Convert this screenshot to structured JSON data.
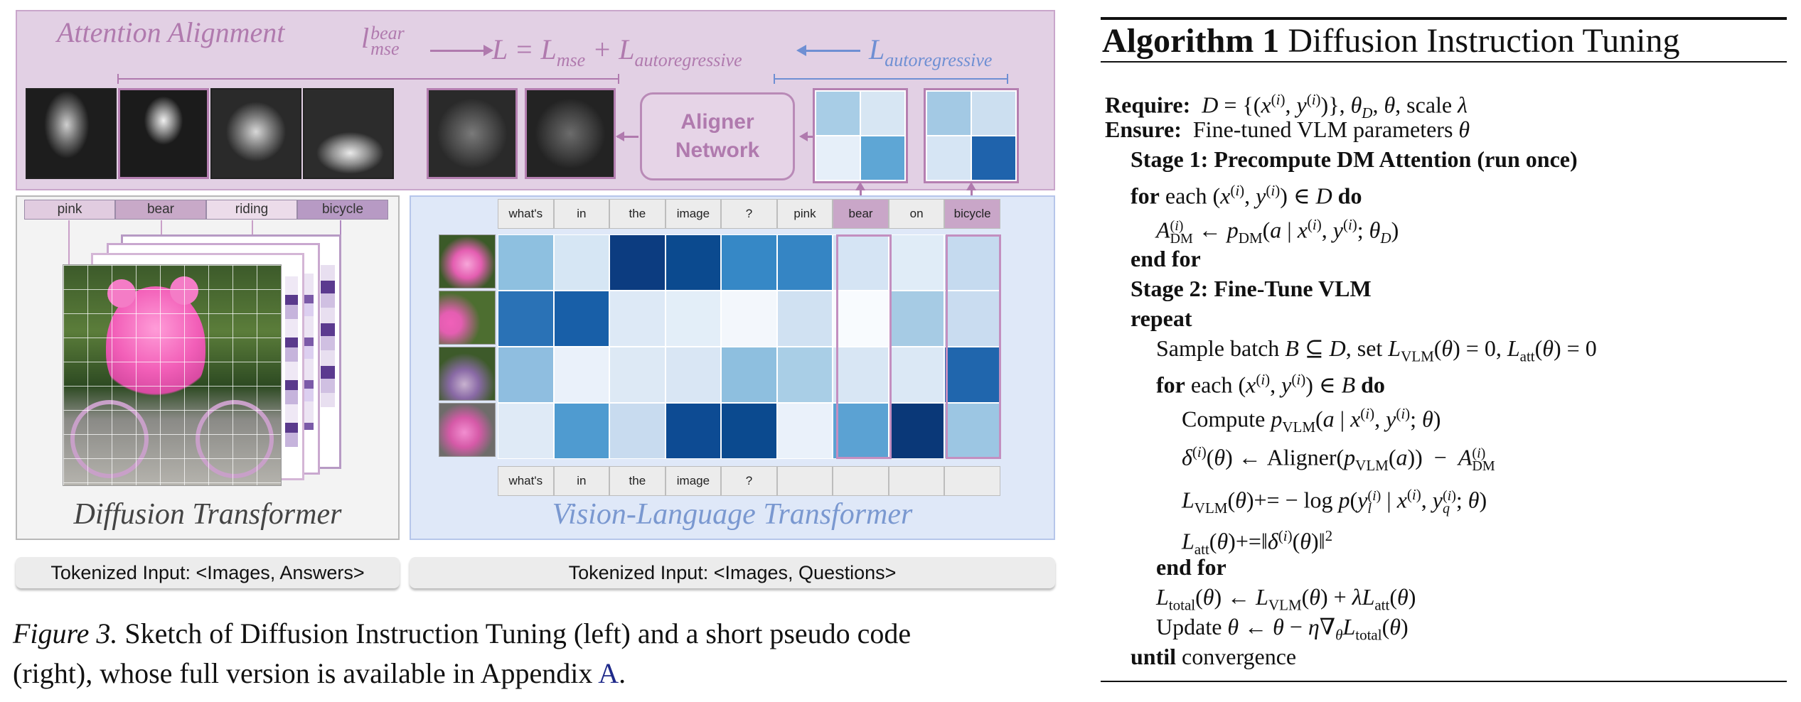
{
  "figure": {
    "band_title": "Attention Alignment",
    "eq_left": {
      "sym": "l",
      "sup": "bear",
      "sub": "mse"
    },
    "eq_main": {
      "lhs": "L",
      "L1": "L",
      "L1_sub": "mse",
      "plus": "+",
      "L2": "L",
      "L2_sub": "autoregressive"
    },
    "eq_right": {
      "sym": "L",
      "sub": "autoregressive"
    },
    "aligner": {
      "line1": "Aligner",
      "line2": "Network"
    },
    "dt_tokens": [
      "pink",
      "bear",
      "riding",
      "bicycle"
    ],
    "dt_title": "Diffusion Transformer",
    "vlm_top_tokens": [
      "what's",
      "in",
      "the",
      "image",
      "?",
      "pink",
      "bear",
      "on",
      "bicycle"
    ],
    "vlm_bottom_tokens": [
      "what's",
      "in",
      "the",
      "image",
      "?",
      "",
      "",
      "",
      ""
    ],
    "vlm_title": "Vision-Language Transformer",
    "left_input": "Tokenized Input: <Images, Answers>",
    "right_input": "Tokenized Input: <Images, Questions>",
    "heatmap_colors": [
      [
        "#8ec0e0",
        "#d6e6f4",
        "#0c3c80",
        "#0b4a8f",
        "#3688c6",
        "#3585c4",
        "#d5e4f4",
        "#e0ecf7",
        "#c5daef"
      ],
      [
        "#2a72b6",
        "#185fa8",
        "#dde9f6",
        "#e3eef8",
        "#f3f7fc",
        "#d0e1f2",
        "#f8fbfe",
        "#a6cbe4",
        "#c9dcf0"
      ],
      [
        "#8fbee0",
        "#eaf1fa",
        "#dde9f5",
        "#d9e6f4",
        "#8ebfdf",
        "#a9cee6",
        "#d8e6f4",
        "#dbe8f5",
        "#2066ad"
      ],
      [
        "#dfeaf6",
        "#4f9bd0",
        "#c8dbef",
        "#0d4b93",
        "#0b4a8f",
        "#eaf1fa",
        "#5ba2d3",
        "#0a3878",
        "#9cc6e3"
      ]
    ],
    "mini_grid_a": [
      "#a8cde6",
      "#d7e6f3",
      "#e6eff9",
      "#5ea6d5"
    ],
    "mini_grid_b": [
      "#a3c9e4",
      "#ccdff0",
      "#d6e5f4",
      "#1f63ac"
    ]
  },
  "caption": {
    "label": "Figure 3.",
    "text": " Sketch of Diffusion Instruction Tuning (left) and a short pseudo code",
    "text2": "(right), whose full version is available in Appendix ",
    "link": "A",
    "end": "."
  },
  "algorithm": {
    "label": "Algorithm 1",
    "title": "Diffusion Instruction Tuning",
    "require_kw": "Require:",
    "ensure_kw": "Ensure:",
    "ensure_text": "Fine-tuned VLM parameters",
    "stage1": "Stage 1: Precompute DM Attention (run once)",
    "for_kw": "for",
    "each": "each",
    "do_kw": "do",
    "endfor": "end for",
    "stage2": "Stage 2: Fine-Tune VLM",
    "repeat": "repeat",
    "sample": "Sample batch",
    "set": "set",
    "compute": "Compute",
    "aligner": "Aligner",
    "update": "Update",
    "until": "until",
    "convergence": "convergence",
    "scale": "scale"
  }
}
